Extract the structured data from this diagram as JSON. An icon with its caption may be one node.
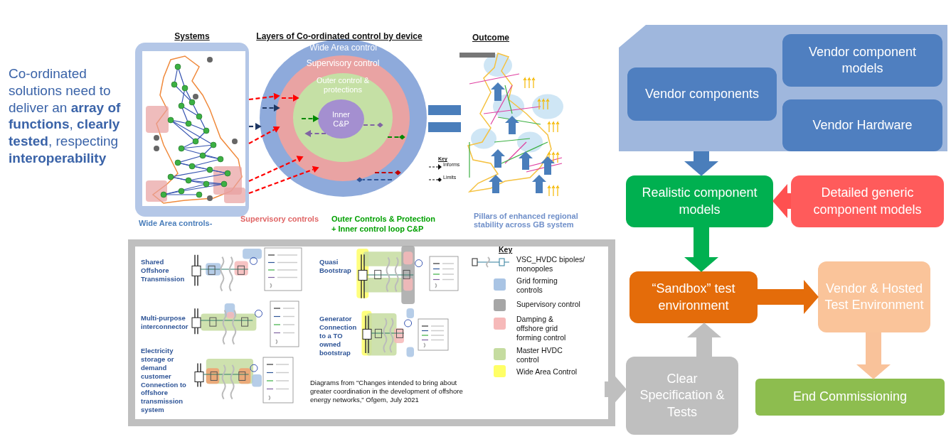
{
  "diagram": {
    "nodes": [
      {
        "text": [],
        "shape": "picture",
        "beside": [
          "Systems"
        ]
      },
      {
        "text": [
          "Wide Area control"
        ]
      },
      {
        "text": [
          "Supervisory control"
        ],
        "in": 1
      },
      {
        "text": [
          "Outer control & protections"
        ],
        "in": 2
      },
      {
        "text": [
          "Inner C&P"
        ],
        "in": 3
      },
      {
        "text": [],
        "shape": "box"
      },
      {
        "text": [
          "Vendor component models"
        ],
        "in": 5
      },
      {
        "text": [
          "Vendor components"
        ],
        "in": 5
      },
      {
        "text": [
          "Vendor Hardware"
        ],
        "in": 5
      },
      {
        "text": [
          "Realistic component models"
        ]
      },
      {
        "text": [
          "Detailed generic component models"
        ]
      },
      {
        "text": [
          "“Sandbox” test environment"
        ]
      },
      {
        "text": [
          "Vendor & Hosted Test Environment"
        ]
      },
      {
        "text": [
          "End Commissioning"
        ]
      },
      {
        "text": [
          "Clear Specification & Tests"
        ]
      },
      {
        "text": [],
        "shape": "box"
      }
    ],
    "edges": [
      {
        "from": 0,
        "to": 2,
        "arrow": "to",
        "style": "dashed",
        "color": "#ff0000"
      },
      {
        "from": 0,
        "to": 2,
        "arrow": "to",
        "style": "dashed",
        "color": "#ff0000"
      },
      {
        "from": 0,
        "to": 2,
        "arrow": "to",
        "style": "dashed",
        "color": "#ff0000"
      },
      {
        "from": 0,
        "to": 2,
        "arrow": "to",
        "style": "dashed",
        "color": "#ff0000"
      },
      {
        "from": 0,
        "to": 1,
        "arrow": "to",
        "style": "dashed",
        "color": "#1f3864"
      },
      {
        "from": 5,
        "to": 9,
        "arrow": "to",
        "style": "thick",
        "color": "#4a7ebb"
      },
      {
        "from": 10,
        "to": 9,
        "arrow": "to",
        "style": "thick",
        "color": "#ff5050"
      },
      {
        "from": 9,
        "to": 11,
        "arrow": "to",
        "style": "thick",
        "color": "#00b050"
      },
      {
        "from": 11,
        "to": 12,
        "arrow": "to",
        "style": "thick",
        "color": "#e46c0a"
      },
      {
        "from": 12,
        "to": 13,
        "arrow": "to",
        "style": "thick",
        "color": "#f9c29a"
      },
      {
        "from": 14,
        "to": 11,
        "arrow": "to",
        "style": "thick",
        "color": "#bfbfbf"
      },
      {
        "from": 15,
        "to": 14,
        "arrow": "to",
        "style": "thick",
        "color": "#bfbfbf"
      },
      {
        "from": 1,
        "to": 2,
        "arrow": "to",
        "style": "dashed",
        "color": "#1f3864"
      },
      {
        "from": 2,
        "to": 3,
        "arrow": "to",
        "style": "dashed",
        "color": "#ff0000"
      },
      {
        "from": 3,
        "to": 4,
        "arrow": "to",
        "style": "dashed",
        "color": "#008a00"
      },
      {
        "from": 4,
        "to": 3,
        "arrow": "to",
        "style": "dashed",
        "color": "#8064a2"
      },
      {
        "from": 4,
        "to": 3,
        "arrow": "other",
        "style": "dashed",
        "color": "#8064a2"
      },
      {
        "from": 3,
        "to": 2,
        "arrow": "other",
        "style": "dashed",
        "color": "#008a00"
      },
      {
        "from": 2,
        "to": 1,
        "arrow": "other",
        "style": "dashed",
        "color": "#c00000"
      },
      {
        "from": 1,
        "to": 2,
        "arrow": "other",
        "style": "dashed",
        "color": "#2f5597"
      }
    ],
    "labels": [
      "Co-ordinated solutions need to deliver an **array of functions**, **clearly tested**, respecting **interoperability**",
      "Layers of Co-ordinated control by device",
      "Outcome",
      "Key",
      "Wide Area controls-",
      "Supervisory controls",
      "Outer Controls & Protection",
      "+ Inner control loop C&P",
      "Pillars of enhanced regional stability across GB system",
      "Shared Offshore Transmission",
      "Quasi Bootstrap",
      "Key",
      "Multi-purpose interconnector",
      "Generator Connection to a TO owned bootstrap",
      "Electricity storage or demand customer Connection to offshore transmission system",
      "Diagrams from \"Changes intended to bring about greater coordination in the development of offshore energy networks,\" Ofgem, July 2021"
    ],
    "legend": [
      {
        "text": "Informs"
      },
      {
        "text": "Limits"
      },
      {
        "text": "VSC_HVDC bipoles/ monopoles"
      },
      {
        "text": "Grid forming controls",
        "color": "#a9c4e4"
      },
      {
        "text": "Supervisory control",
        "color": "#a6a6a6"
      },
      {
        "text": "Damping & offshore grid forming control",
        "color": "#f6b9b9"
      },
      {
        "text": "Master HVDC control",
        "color": "#c5dca0"
      },
      {
        "text": "Wide Area Control",
        "color": "#ffff66"
      }
    ]
  }
}
